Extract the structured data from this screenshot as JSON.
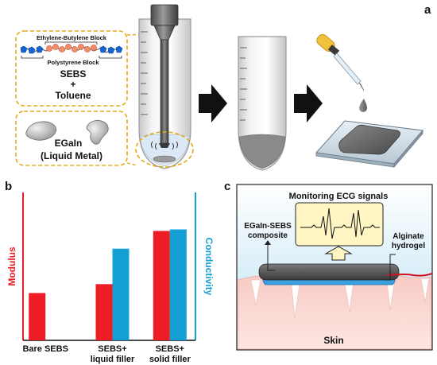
{
  "panel_a": {
    "letter": "a",
    "block_top_label": "Ethylene-Butylene Block",
    "block_bottom_label": "Polystyrene Block",
    "sebs_label": "SEBS",
    "plus_label": "+",
    "toluene_label": "Toluene",
    "egain_label": "EGaIn",
    "liquid_metal_label": "(Liquid Metal)"
  },
  "panel_b": {
    "letter": "b",
    "left_axis_label": "Modulus",
    "right_axis_label": "Conductivity",
    "colors": {
      "modulus": "#ee1c24",
      "conductivity": "#14a0d4"
    }
  },
  "chart_data": {
    "type": "bar",
    "categories": [
      "Bare SEBS",
      "SEBS+ liquid filler",
      "SEBS+ solid filler"
    ],
    "category_lines": [
      [
        "Bare SEBS"
      ],
      [
        "SEBS+",
        "liquid filler"
      ],
      [
        "SEBS+",
        "solid filler"
      ]
    ],
    "series": [
      {
        "name": "Modulus",
        "values": [
          0.32,
          0.38,
          0.74
        ]
      },
      {
        "name": "Conductivity",
        "values": [
          0.0,
          0.62,
          0.75
        ]
      }
    ],
    "xlabel": "",
    "ylabel": "Modulus",
    "y2label": "Conductivity",
    "ylim": [
      0,
      1
    ],
    "grid": false
  },
  "panel_c": {
    "letter": "c",
    "title": "Monitoring ECG signals",
    "composite_line1": "EGaIn-SEBS",
    "composite_line2": "composite",
    "alginate_line1": "Alginate",
    "alginate_line2": "hydrogel",
    "skin_label": "Skin"
  }
}
